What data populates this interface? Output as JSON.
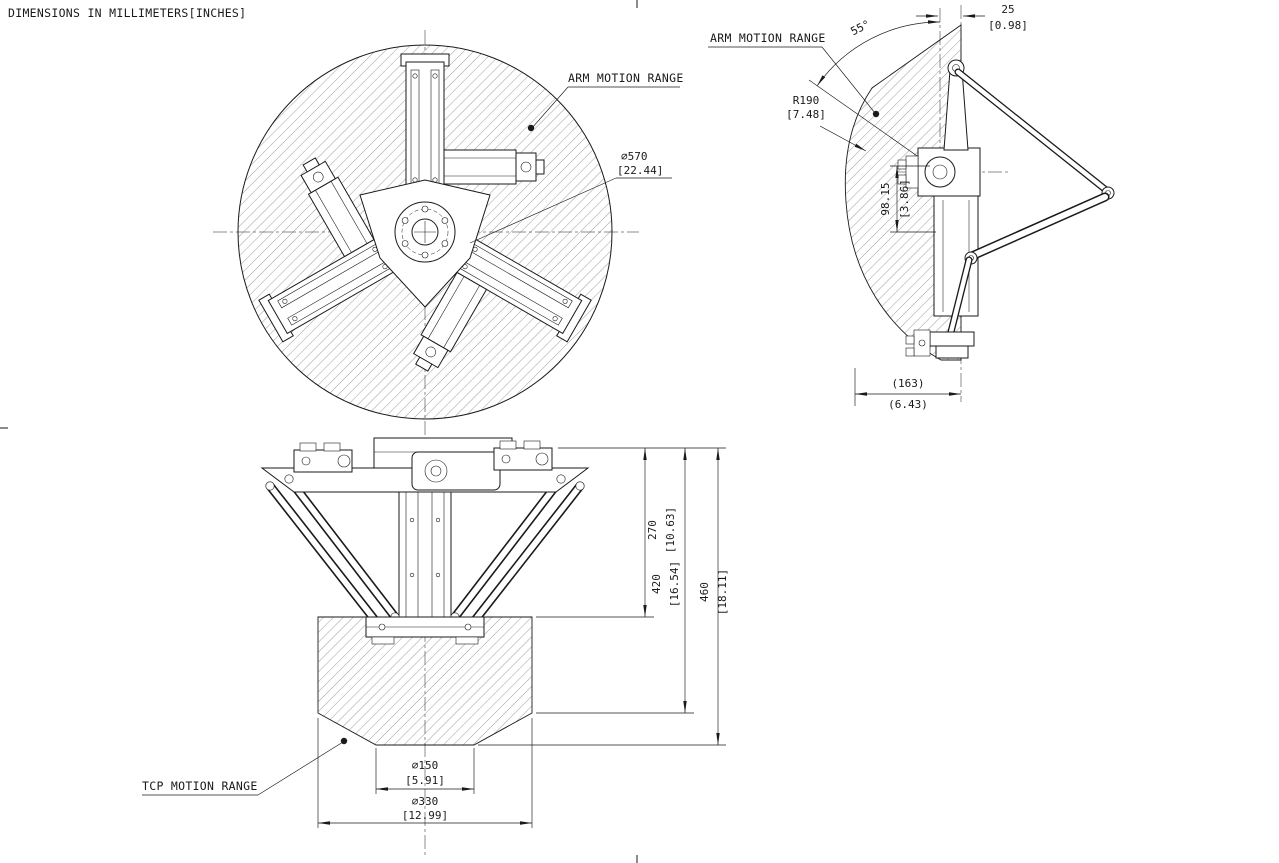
{
  "note": {
    "text": "DIMENSIONS IN MILLIMETERS[INCHES]"
  },
  "labels": {
    "arm_motion_range_top": "ARM MOTION RANGE",
    "arm_motion_range_side": "ARM MOTION RANGE",
    "tcp_motion_range": "TCP MOTION RANGE"
  },
  "dims": {
    "dia570": {
      "mm": "⌀570",
      "in": "[22.44]"
    },
    "deg55": {
      "mm": "55°"
    },
    "r190": {
      "mm": "R190",
      "in": "[7.48]"
    },
    "d25": {
      "mm": "25",
      "in": "[0.98]"
    },
    "d9815": {
      "mm": "98.15",
      "in": "[3.86]"
    },
    "d163": {
      "mm": "(163)",
      "in": "(6.43)"
    },
    "d270": {
      "mm": "270",
      "in": "[10.63]"
    },
    "d420": {
      "mm": "420",
      "in": "[16.54]"
    },
    "d460": {
      "mm": "460",
      "in": "[18.11]"
    },
    "dia150": {
      "mm": "⌀150",
      "in": "[5.91]"
    },
    "dia330": {
      "mm": "⌀330",
      "in": "[12.99]"
    }
  },
  "colors": {
    "ink": "#1a1a1a",
    "paper": "#ffffff"
  }
}
